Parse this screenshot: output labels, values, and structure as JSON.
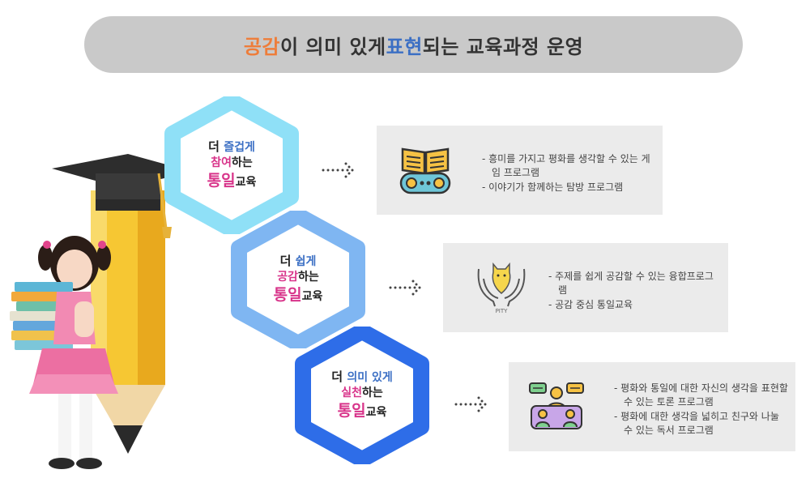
{
  "title": {
    "orange": "공감",
    "part1": "이 의미 있게 ",
    "blue": "표현",
    "part2": "되는 교육과정 운영"
  },
  "hexes": [
    {
      "l1_a": "더 ",
      "l1_b": "즐겁게",
      "l2_a": "참여",
      "l2_b": "하는",
      "l3_a": "통일",
      "l3_b": "교육",
      "color": "#8fe0f7"
    },
    {
      "l1_a": "더 ",
      "l1_b": "쉽게",
      "l2_a": "공감",
      "l2_b": "하는",
      "l3_a": "통일",
      "l3_b": "교육",
      "color": "#7fb6f2"
    },
    {
      "l1_a": "더 ",
      "l1_b": "의미 있게",
      "l2_a": "실천",
      "l2_b": "하는",
      "l3_a": "통일",
      "l3_b": "교육",
      "color": "#2e6de8"
    }
  ],
  "cards": [
    {
      "items": [
        "- 흥미를 가지고 평화를 생각할 수 있는 게임 프로그램",
        "- 이야기가 함께하는 탐방 프로그램"
      ],
      "icon": "book-gamepad-icon"
    },
    {
      "items": [
        "- 주제를 쉽게 공감할 수 있는 융합프로그램",
        "- 공감 중심 통일교육"
      ],
      "icon": "pity-hands-icon",
      "icon_label": "PITY"
    },
    {
      "items": [
        "- 평화와 통일에 대한 자신의 생각을 표현할 수 있는 토론 프로그램",
        "- 평화에 대한 생각을 넓히고 친구와 나눌 수 있는 독서 프로그램"
      ],
      "icon": "discussion-icon"
    }
  ],
  "colors": {
    "title_bg": "#c9c9c9",
    "orange": "#ee7d3a",
    "blue": "#3b6fc4",
    "pink": "#d8348a",
    "card_bg": "#ebebeb"
  }
}
